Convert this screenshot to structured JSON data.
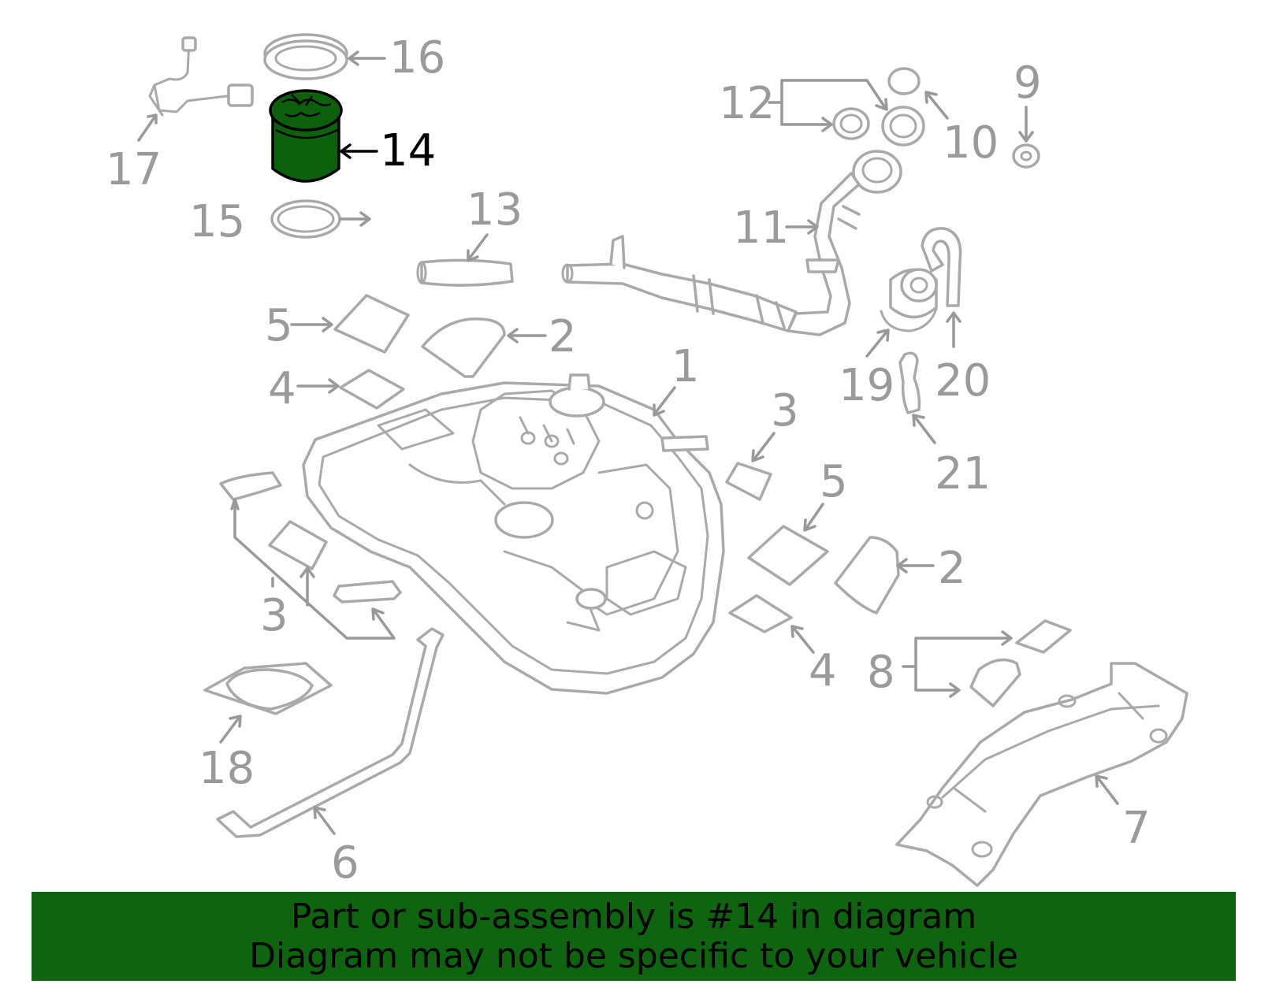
{
  "diagram": {
    "highlight_color": "#0d610d",
    "callouts": [
      {
        "id": "c16",
        "text": "16"
      },
      {
        "id": "c14",
        "text": "14",
        "highlighted": true
      },
      {
        "id": "c17",
        "text": "17"
      },
      {
        "id": "c15",
        "text": "15"
      },
      {
        "id": "c13",
        "text": "13"
      },
      {
        "id": "c12",
        "text": "12"
      },
      {
        "id": "c10",
        "text": "10"
      },
      {
        "id": "c9",
        "text": "9"
      },
      {
        "id": "c11",
        "text": "11"
      },
      {
        "id": "c5a",
        "text": "5"
      },
      {
        "id": "c2a",
        "text": "2"
      },
      {
        "id": "c4a",
        "text": "4"
      },
      {
        "id": "c1",
        "text": "1"
      },
      {
        "id": "c3a",
        "text": "3"
      },
      {
        "id": "c19",
        "text": "19"
      },
      {
        "id": "c20",
        "text": "20"
      },
      {
        "id": "c21",
        "text": "21"
      },
      {
        "id": "c5b",
        "text": "5"
      },
      {
        "id": "c2b",
        "text": "2"
      },
      {
        "id": "c3b",
        "text": "3"
      },
      {
        "id": "c4b",
        "text": "4"
      },
      {
        "id": "c8",
        "text": "8"
      },
      {
        "id": "c18",
        "text": "18"
      },
      {
        "id": "c6",
        "text": "6"
      },
      {
        "id": "c7",
        "text": "7"
      }
    ]
  },
  "banner": {
    "background": "#0f640f",
    "line1": "Part or sub-assembly is #14 in diagram",
    "line2": "Diagram may not be specific to your vehicle"
  }
}
